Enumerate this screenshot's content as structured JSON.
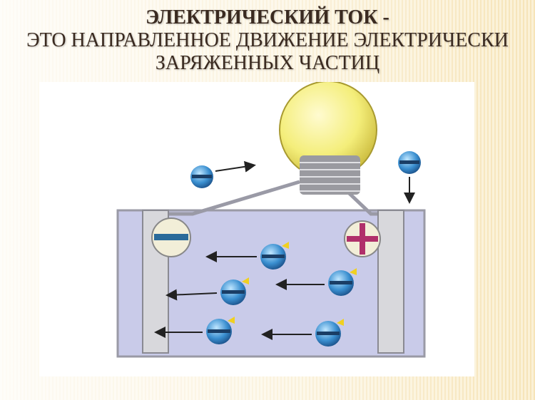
{
  "slide": {
    "title_line1": "ЭЛЕКТРИЧЕСКИЙ ТОК  -",
    "title_line2": "ЭТО НАПРАВЛЕННОЕ ДВИЖЕНИЕ ЭЛЕКТРИЧЕСКИ",
    "title_line3": "ЗАРЯЖЕННЫХ ЧАСТИЦ"
  },
  "diagram": {
    "electrode_left_sign": "−",
    "electrode_right_sign": "+",
    "colors": {
      "bulb": "#f4ee7a",
      "electrolyte": "#c9cbe9",
      "ion": "#3a8fd0",
      "plus": "#b0306a"
    }
  }
}
